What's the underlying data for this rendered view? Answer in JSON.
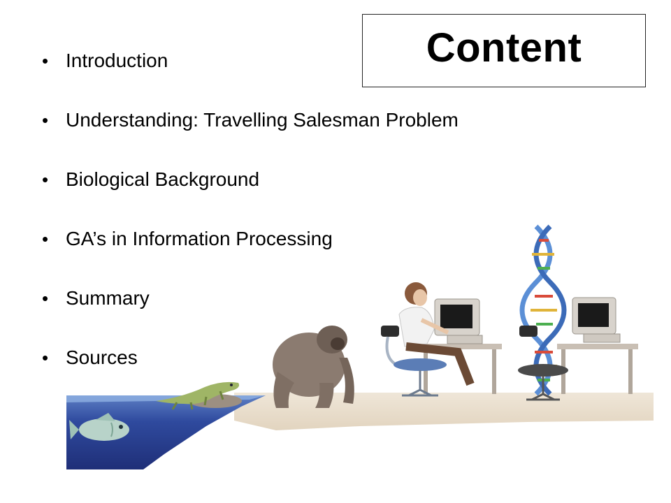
{
  "slide": {
    "title": "Content",
    "bullets": [
      {
        "label": "Introduction"
      },
      {
        "label": "Understanding: Travelling Salesman Problem"
      },
      {
        "label": "Biological Background"
      },
      {
        "label": "GA’s in Information Processing"
      },
      {
        "label": "Summary"
      },
      {
        "label": "Sources"
      }
    ]
  },
  "colors": {
    "water": "#2a3f8f",
    "sand": "#e8dccb",
    "dna_blue": "#5b8fd6"
  },
  "illustration": {
    "icons": [
      "fish-icon",
      "lizard-icon",
      "gorilla-icon",
      "human-at-computer-icon",
      "dna-at-computer-icon"
    ]
  }
}
